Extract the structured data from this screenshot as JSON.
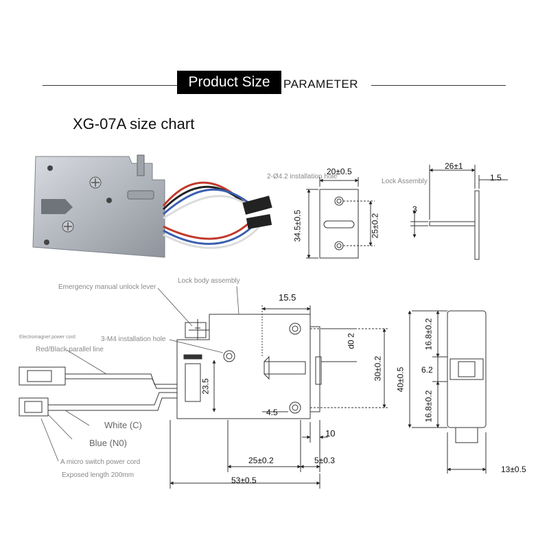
{
  "header": {
    "badge_text": "Product Size",
    "parameter_text": "PARAMETER"
  },
  "model_title": "XG-07A size chart",
  "labels": {
    "install_hole_top": "2-Ø4.2 installation hole",
    "lock_assembly": "Lock Assembly",
    "emergency_lever": "Emergency manual unlock lever",
    "lock_body": "Lock body assembly",
    "em_power": "Electromagnet power cord",
    "m4_hole": "3-M4 installation hole",
    "red_black": "Red/Black parallel line",
    "white": "White (C)",
    "blue": "Blue (N0)",
    "micro_switch": "A micro switch power cord",
    "exposed": "Exposed length 200mm"
  },
  "dims": {
    "top_20": "20±0.5",
    "top_34": "34.5±0.5",
    "top_25": "25±0.2",
    "top_26": "26±1",
    "top_15": "1.5",
    "top_3": "3",
    "d_155": "15.5",
    "d_d02": "d0 2",
    "d_30": "30±0.2",
    "d_235": "23.5",
    "d_45": "4.5",
    "d_10": "10",
    "d_25": "25±0.2",
    "d_5": "5±0.3",
    "d_53": "53±0.5",
    "d_40": "40±0.5",
    "d_168a": "16.8±0.2",
    "d_62": "6.2",
    "d_168b": "16.8±0.2",
    "d_13": "13±0.5"
  },
  "colors": {
    "wire_red": "#c0392b",
    "wire_blue": "#3a5fb0",
    "wire_white": "#dcdcdc",
    "connector": "#222222",
    "metal": "#b8bcc2"
  }
}
